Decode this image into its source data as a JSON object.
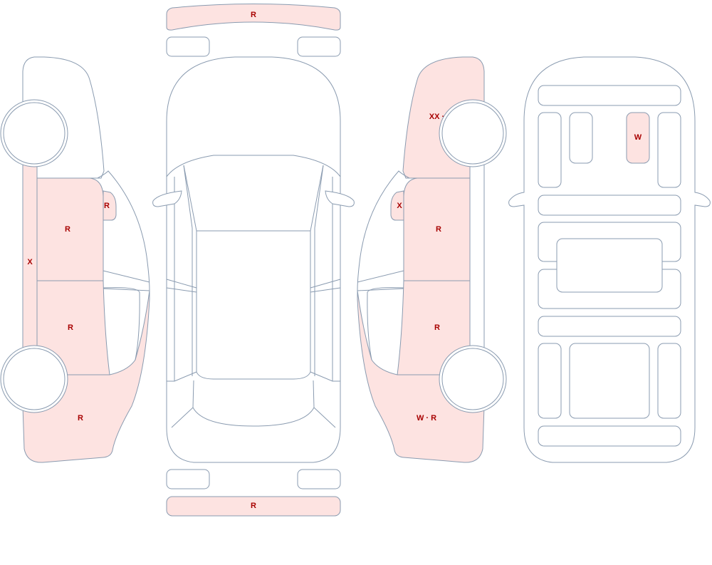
{
  "colors": {
    "outline": "#8a9bb0",
    "marked_fill": "#fde3e1",
    "code_text": "#a80000",
    "background": "#ffffff"
  },
  "views": [
    "left-side",
    "top",
    "right-side",
    "underside"
  ],
  "panels": {
    "front_bumper": {
      "code": "R",
      "marked": true
    },
    "rear_bumper": {
      "code": "R",
      "marked": true
    },
    "left_rocker": {
      "code": "X",
      "marked": true
    },
    "left_front_door": {
      "code": "R",
      "marked": true
    },
    "left_rear_door": {
      "code": "R",
      "marked": true
    },
    "left_rear_quarter": {
      "code": "R",
      "marked": true
    },
    "left_mirror": {
      "code": "R",
      "marked": true
    },
    "right_front_fender": {
      "code": "XX · R",
      "marked": true
    },
    "right_mirror": {
      "code": "X",
      "marked": true
    },
    "right_front_door": {
      "code": "R",
      "marked": true
    },
    "right_rear_door": {
      "code": "R",
      "marked": true
    },
    "right_rear_quarter": {
      "code": "W · R",
      "marked": true
    },
    "underside_part": {
      "code": "W",
      "marked": true
    }
  }
}
